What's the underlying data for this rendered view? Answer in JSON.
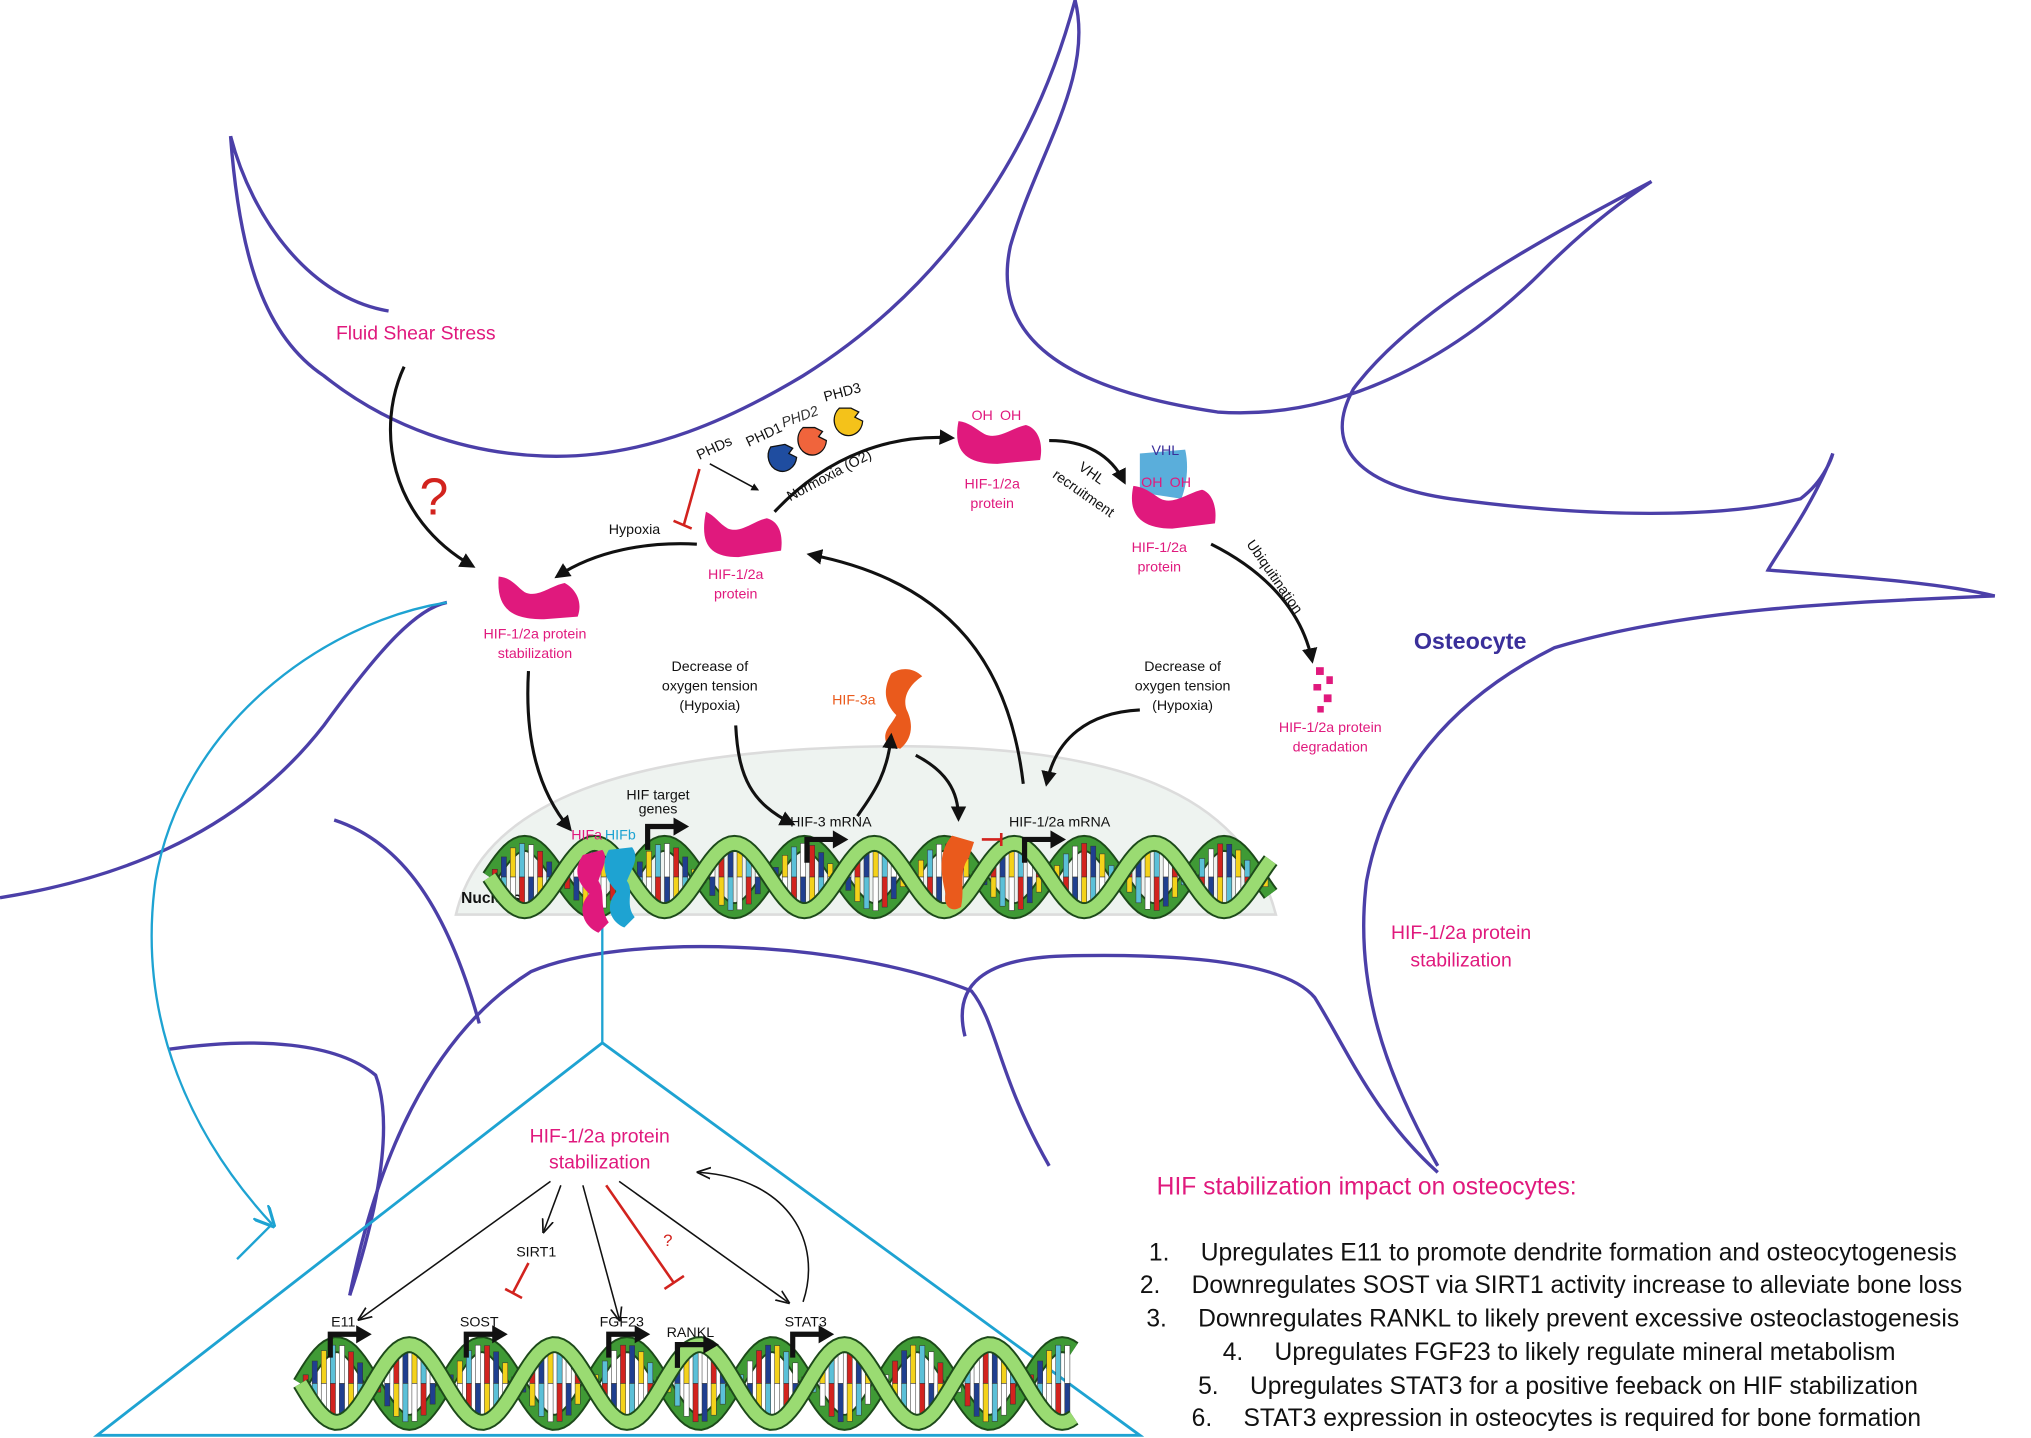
{
  "colors": {
    "cell_outline": "#4b3fa8",
    "hif_magenta": "#e0197d",
    "hif3_orange": "#ea5a1c",
    "hifb_cyan": "#1ea3d2",
    "vhl_blue": "#5aaedb",
    "inhibit_red": "#d2231e",
    "phd1": "#1f4da0",
    "phd2": "#f0643c",
    "phd3": "#f4c21a",
    "dna_green": "#8fd66a"
  },
  "labels": {
    "fluid_shear_stress": "Fluid Shear Stress",
    "question_mark": "?",
    "stabilization_1": "HIF-1/2a protein",
    "stabilization_2": "stabilization",
    "phds": "PHDs",
    "phd1": "PHD1",
    "phd2": "PHD2",
    "phd3": "PHD3",
    "hypoxia": "Hypoxia",
    "normoxia": "Normoxia (O2)",
    "hif_protein_1": "HIF-1/2a",
    "hif_protein_2": "protein",
    "oh": "OH",
    "vhl": "VHL",
    "vhl_recruitment_1": "VHL",
    "vhl_recruitment_2": "recruitment",
    "ubiquitination": "Ubiquitination",
    "degradation_1": "HIF-1/2a protein",
    "degradation_2": "degradation",
    "osteocyte": "Osteocyte",
    "decrease_1": "Decrease of",
    "decrease_2": "oxygen tension",
    "decrease_3": "(Hypoxia)",
    "hif3a": "HIF-3a",
    "hif_target_1": "HIF target",
    "hif_target_2": "genes",
    "hifa": "HIFa",
    "hifb": "HIFb",
    "hif3_mrna": "HIF-3 mRNA",
    "hif12_mrna": "HIF-1/2a mRNA",
    "nucleus": "Nucleus",
    "side_stab_1": "HIF-1/2a protein",
    "side_stab_2": "stabilization"
  },
  "inset": {
    "title_1": "HIF-1/2a protein",
    "title_2": "stabilization",
    "sirt1": "SIRT1",
    "question": "?",
    "genes": [
      "E11",
      "SOST",
      "FGF23",
      "RANKL",
      "STAT3"
    ]
  },
  "impact": {
    "title": "HIF stabilization impact on osteocytes:",
    "items": [
      {
        "num": "1.",
        "text": "Upregulates E11 to promote dendrite formation and osteocytogenesis"
      },
      {
        "num": "2.",
        "text": "Downregulates SOST via SIRT1 activity increase to alleviate bone loss"
      },
      {
        "num": "3.",
        "text": "Downregulates RANKL to likely prevent excessive osteoclastogenesis"
      },
      {
        "num": "4.",
        "text": "Upregulates FGF23 to likely regulate mineral metabolism"
      },
      {
        "num": "5.",
        "text": "Upregulates STAT3 for a positive feeback on HIF stabilization"
      },
      {
        "num": "6.",
        "text": "STAT3 expression in osteocytes is required for bone formation"
      }
    ]
  }
}
